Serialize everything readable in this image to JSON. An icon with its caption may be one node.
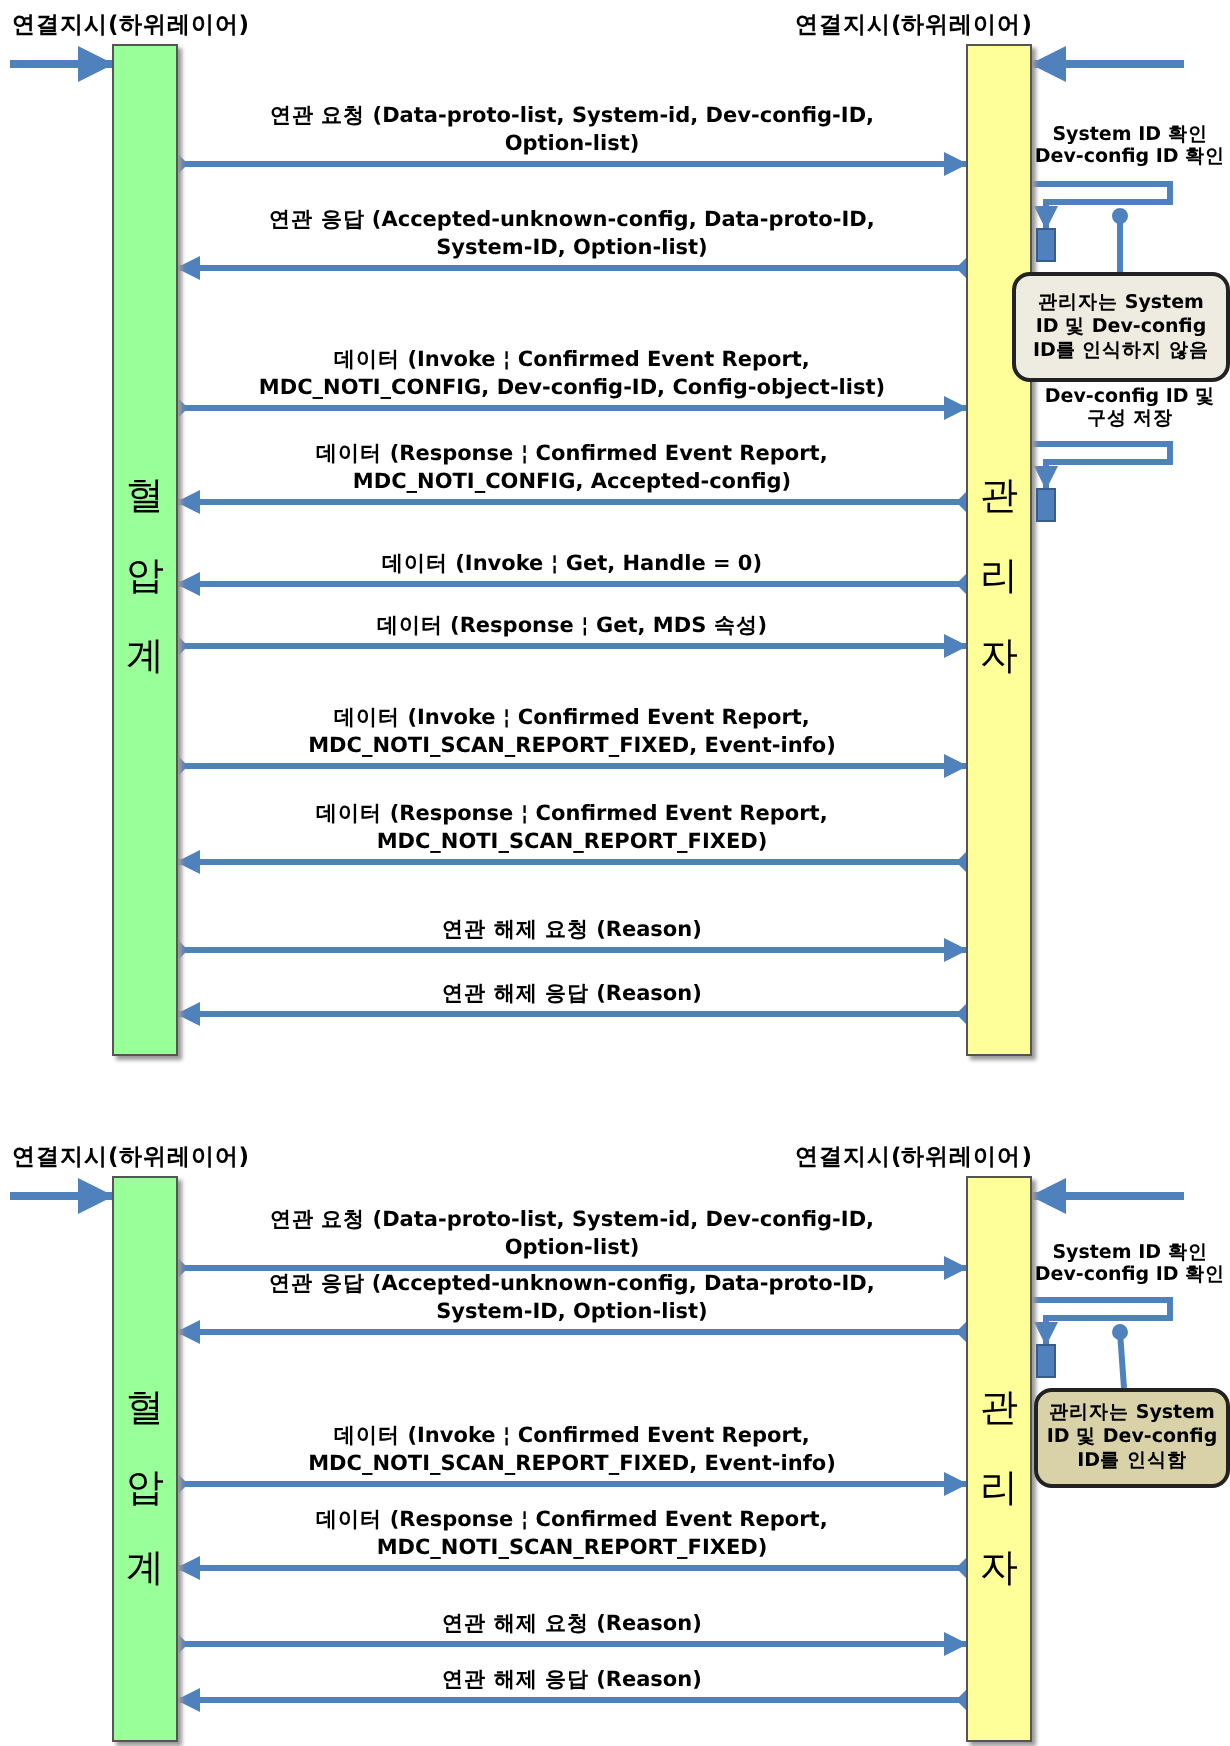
{
  "diagram": {
    "nodes": [
      {
        "text": [
          "연결지시(하위레이어)",
          "혈압계"
        ]
      },
      {
        "text": [
          "연결지시(하위레이어)",
          "관리자"
        ]
      },
      {
        "text": [],
        "shape": "bar"
      },
      {
        "text": [
          "관리자는 System ID 및 Dev-config ID를 인식하지 않음"
        ]
      },
      {
        "text": [],
        "shape": "bar"
      },
      {
        "text": [
          "연결지시(하위레이어)",
          "혈압계"
        ]
      },
      {
        "text": [
          "연결지시(하위레이어)",
          "관리자"
        ]
      },
      {
        "text": [],
        "shape": "bar"
      },
      {
        "text": [
          "관리자는 System ID 및 Dev-config ID를 인식함"
        ]
      }
    ],
    "edges": [
      {
        "from": null,
        "to": 0,
        "arrow": "to"
      },
      {
        "from": null,
        "to": 1,
        "arrow": "to"
      },
      {
        "from": 0,
        "to": 1,
        "arrow": "to",
        "label": "연관 요청 (Data-proto-list, System-id, Dev-config-ID, Option-list)"
      },
      {
        "from": 1,
        "to": 0,
        "arrow": "to",
        "label": "연관 응답 (Accepted-unknown-config, Data-proto-ID, System-ID, Option-list)"
      },
      {
        "from": 0,
        "to": 1,
        "arrow": "to",
        "label": "데이터 (Invoke ¦ Confirmed Event Report, MDC_NOTI_CONFIG, Dev-config-ID, Config-object-list)"
      },
      {
        "from": 1,
        "to": 0,
        "arrow": "to",
        "label": "데이터 (Response ¦ Confirmed Event Report, MDC_NOTI_CONFIG, Accepted-config)"
      },
      {
        "from": 1,
        "to": 0,
        "arrow": "to",
        "label": "데이터 (Invoke ¦ Get, Handle = 0)"
      },
      {
        "from": 0,
        "to": 1,
        "arrow": "to",
        "label": "데이터 (Response ¦ Get, MDS 속성)"
      },
      {
        "from": 0,
        "to": 1,
        "arrow": "to",
        "label": "데이터 (Invoke ¦ Confirmed Event Report, MDC_NOTI_SCAN_REPORT_FIXED, Event-info)"
      },
      {
        "from": 1,
        "to": 0,
        "arrow": "to",
        "label": "데이터 (Response ¦ Confirmed Event Report, MDC_NOTI_SCAN_REPORT_FIXED)"
      },
      {
        "from": 0,
        "to": 1,
        "arrow": "to",
        "label": "연관 해제 요청 (Reason)"
      },
      {
        "from": 1,
        "to": 0,
        "arrow": "to",
        "label": "연관 해제 응답 (Reason)"
      },
      {
        "from": 1,
        "to": 2,
        "arrow": "to",
        "label": "System ID 확인 Dev-config ID 확인"
      },
      {
        "from": 3,
        "to": null,
        "arrow": "other"
      },
      {
        "from": 1,
        "to": 4,
        "arrow": "to",
        "label": "Dev-config ID 및 구성 저장"
      },
      {
        "from": null,
        "to": 5,
        "arrow": "to"
      },
      {
        "from": null,
        "to": 6,
        "arrow": "to"
      },
      {
        "from": 5,
        "to": 6,
        "arrow": "to",
        "label": "연관 요청 (Data-proto-list, System-id, Dev-config-ID, Option-list)"
      },
      {
        "from": 6,
        "to": 5,
        "arrow": "to",
        "label": "연관 응답 (Accepted-unknown-config, Data-proto-ID, System-ID, Option-list)"
      },
      {
        "from": 5,
        "to": 6,
        "arrow": "to",
        "label": "데이터 (Invoke ¦ Confirmed Event Report, MDC_NOTI_SCAN_REPORT_FIXED, Event-info)"
      },
      {
        "from": 6,
        "to": 5,
        "arrow": "to",
        "label": "데이터 (Response ¦ Confirmed Event Report, MDC_NOTI_SCAN_REPORT_FIXED)"
      },
      {
        "from": 5,
        "to": 6,
        "arrow": "to",
        "label": "연관 해제 요청 (Reason)"
      },
      {
        "from": 6,
        "to": 5,
        "arrow": "to",
        "label": "연관 해제 응답 (Reason)"
      },
      {
        "from": 6,
        "to": 7,
        "arrow": "to",
        "label": "System ID 확인 Dev-config ID 확인"
      },
      {
        "from": 8,
        "to": null,
        "arrow": "other"
      }
    ]
  }
}
